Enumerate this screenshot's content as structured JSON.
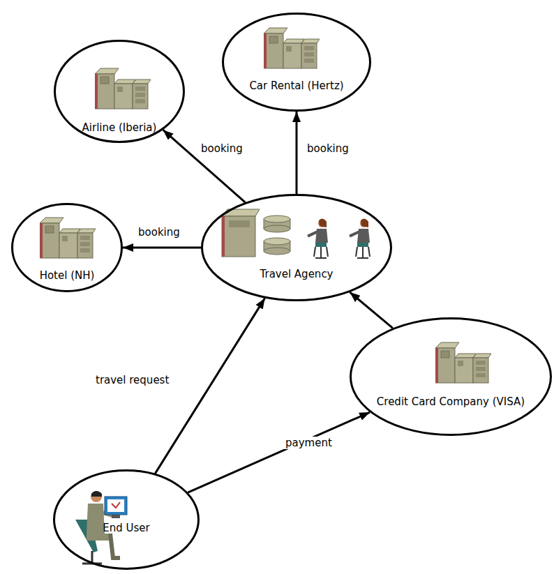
{
  "diagram": {
    "nodes": [
      {
        "text": [
          "Car Rental (Hertz)"
        ]
      },
      {
        "text": [
          "Airline (Iberia)"
        ]
      },
      {
        "text": [
          "Hotel (NH)"
        ]
      },
      {
        "text": [
          "Travel Agency"
        ]
      },
      {
        "text": [
          "Credit Card Company (VISA)"
        ]
      },
      {
        "text": [
          "End User"
        ]
      }
    ],
    "edges": [
      {
        "from": 3,
        "to": 0,
        "label": "booking",
        "arrow": "to"
      },
      {
        "from": 3,
        "to": 1,
        "label": "booking",
        "arrow": "to"
      },
      {
        "from": 3,
        "to": 2,
        "label": "booking",
        "arrow": "to"
      },
      {
        "from": 5,
        "to": 3,
        "label": "travel request",
        "arrow": "to"
      },
      {
        "from": 5,
        "to": 4,
        "label": "payment",
        "arrow": "to"
      },
      {
        "from": 4,
        "to": 3,
        "arrow": "to"
      }
    ]
  }
}
